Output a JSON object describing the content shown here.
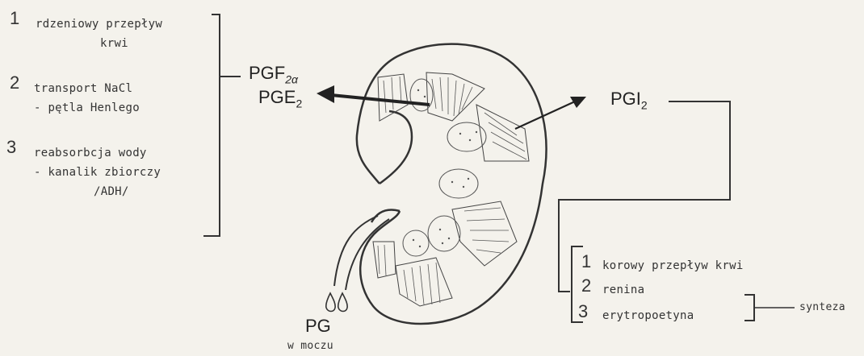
{
  "left_list": {
    "items": [
      {
        "num": "1",
        "line1": "rdzeniowy przepływ",
        "line2": "krwi",
        "line3": ""
      },
      {
        "num": "2",
        "line1": "transport NaCl",
        "line2": "- pętla Henlego",
        "line3": ""
      },
      {
        "num": "3",
        "line1": "reabsorbcja wody",
        "line2": "- kanalik zbiorczy",
        "line3": "/ADH/"
      }
    ]
  },
  "left_prostaglandins": {
    "pgf_base": "PGF",
    "pgf_sub": "2α",
    "pge_base": "PGE",
    "pge_sub": "2"
  },
  "right_prostaglandin": {
    "base": "PGI",
    "sub": "2"
  },
  "right_list": {
    "items": [
      {
        "num": "1",
        "label": "korowy przepływ krwi"
      },
      {
        "num": "2",
        "label": "renina"
      },
      {
        "num": "3",
        "label": "erytropoetyna"
      }
    ],
    "group_label": "synteza"
  },
  "urine": {
    "label": "PG",
    "sublabel": "w moczu"
  }
}
